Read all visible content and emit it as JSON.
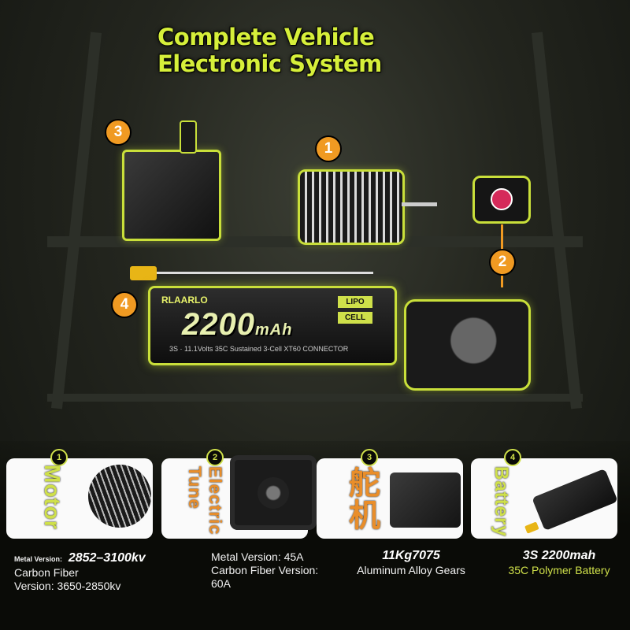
{
  "title": {
    "line1": "Complete Vehicle",
    "line2": "Electronic System"
  },
  "badges": [
    "1",
    "2",
    "3",
    "4"
  ],
  "battery_top": {
    "brand": "RLAARLO",
    "capacity": "2200",
    "unit": "mAh",
    "spec_line": "3S · 11.1Volts 35C Sustained 3-Cell XT60 CONNECTOR",
    "tag1": "LIPO",
    "tag2": "CELL"
  },
  "cards": [
    {
      "number": "1",
      "title": "Motor",
      "spec_label": "Metal Version:",
      "spec_value": "2852–3100kv",
      "spec_line2": "Carbon Fiber",
      "spec_line3": "Version: 3650-2850kv"
    },
    {
      "number": "2",
      "title_line1": "Electric",
      "title_line2": "Tune",
      "spec_line1": "Metal Version: 45A",
      "spec_line2": "Carbon Fiber Version:",
      "spec_line3": "60A"
    },
    {
      "number": "3",
      "title": "舵机",
      "spec_value": "11Kg7075",
      "spec_line2": "Aluminum Alloy Gears"
    },
    {
      "number": "4",
      "title": "Battery",
      "spec_value": "3S 2200mah",
      "spec_line2": "35C Polymer Battery"
    }
  ],
  "colors": {
    "accent": "#cfe04a",
    "badge": "#f09a22",
    "title_text": "#d6ef3a"
  }
}
